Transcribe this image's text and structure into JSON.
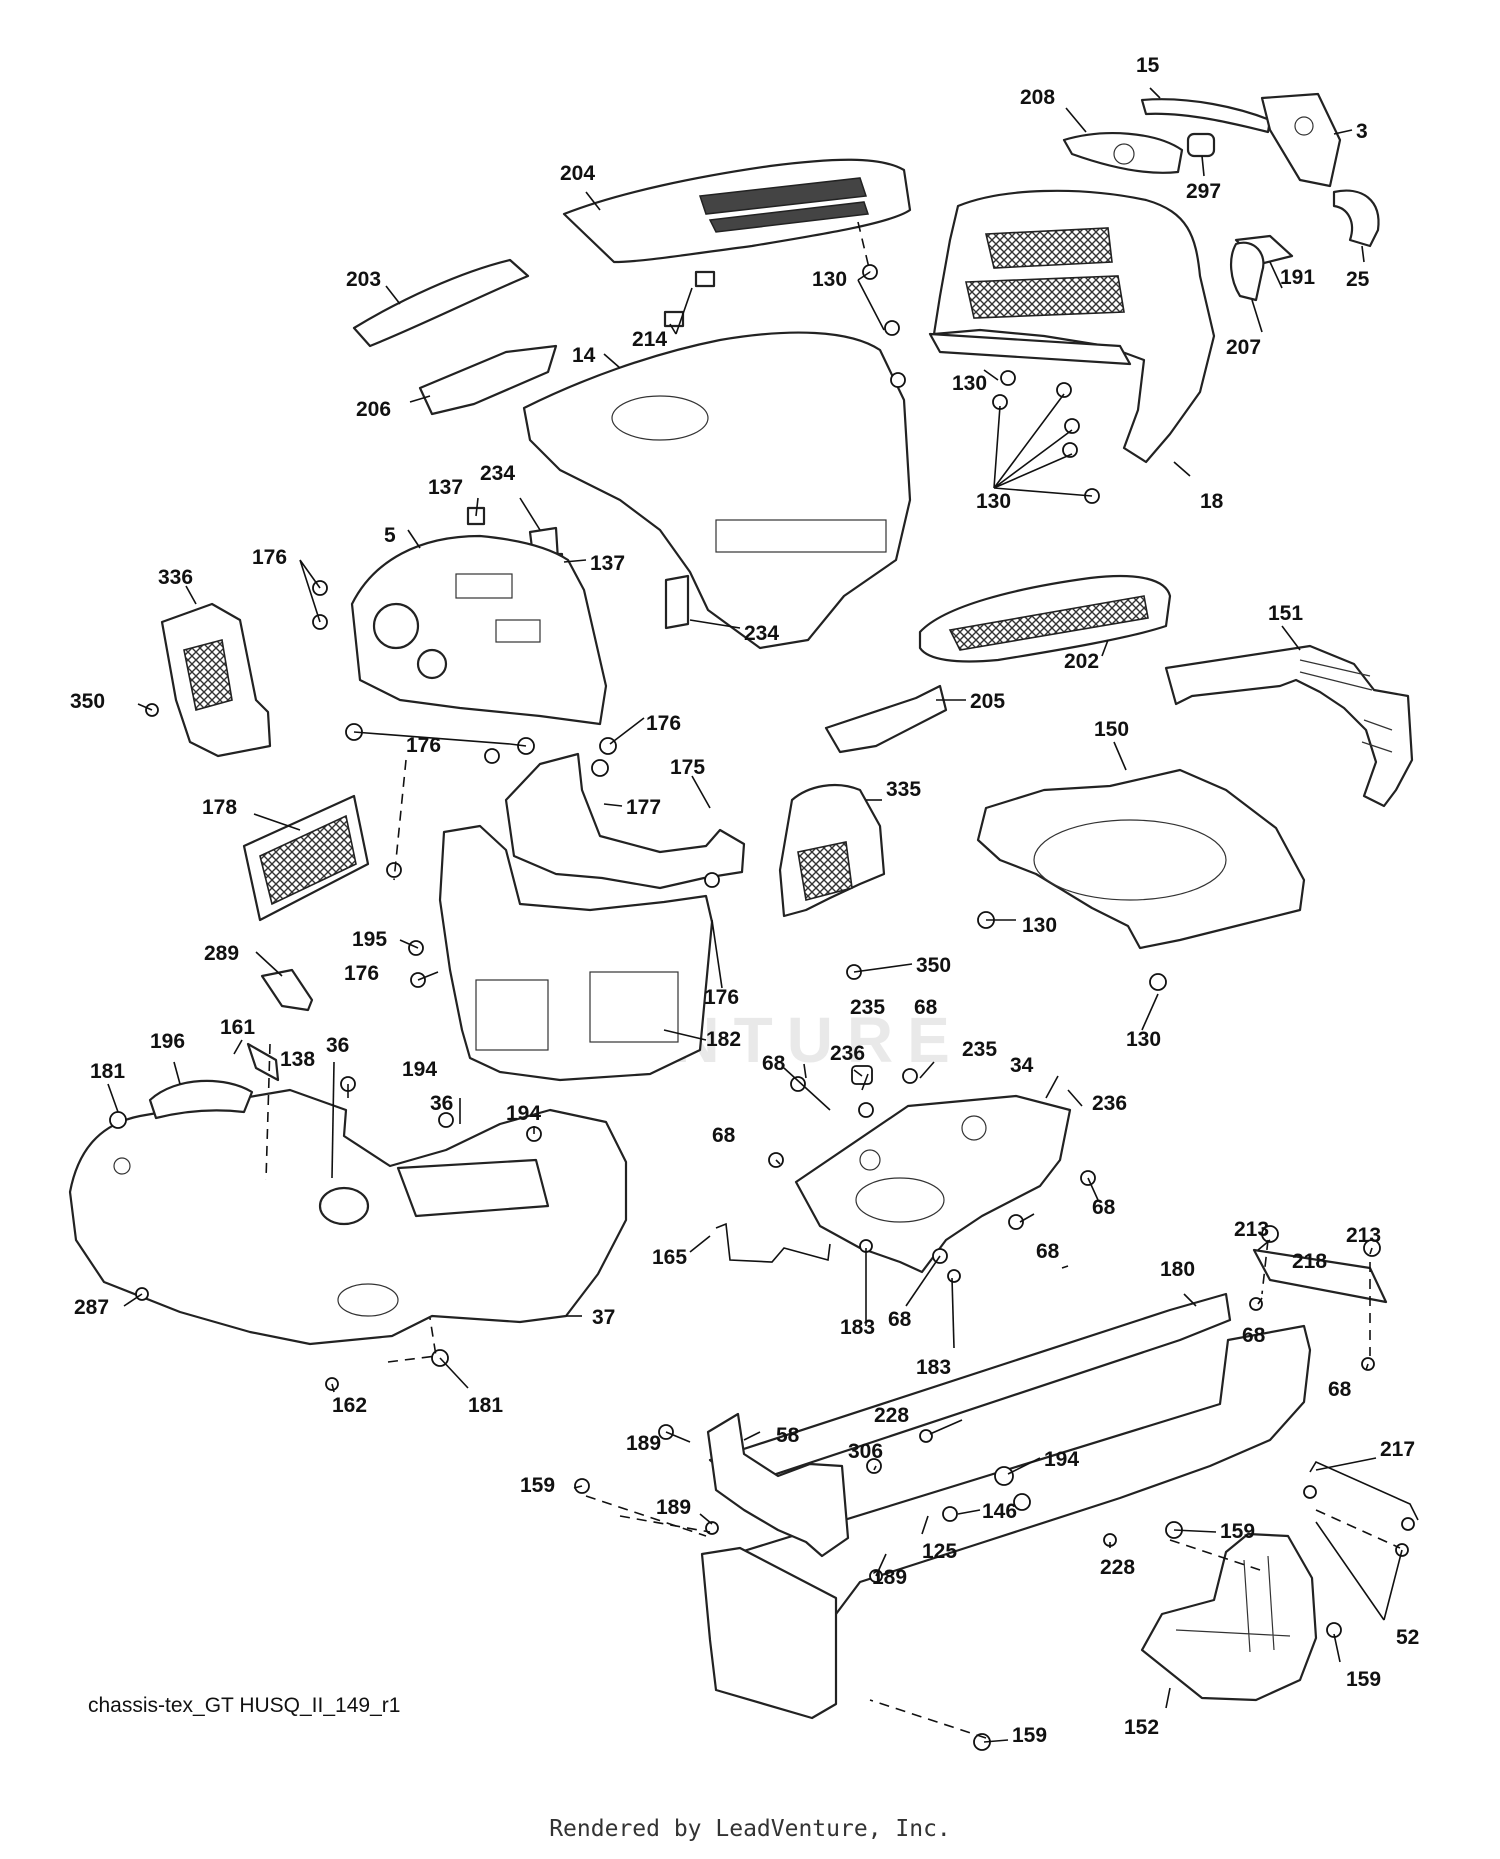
{
  "diagram": {
    "watermark_text": "VENTURE",
    "drawing_id": "chassis-tex_GT HUSQ_II_149_r1",
    "rendered_by": "Rendered by LeadVenture, Inc.",
    "labels": [
      "15",
      "208",
      "3",
      "297",
      "204",
      "25",
      "191",
      "203",
      "207",
      "214",
      "130",
      "14",
      "130",
      "206",
      "130",
      "18",
      "137",
      "234",
      "5",
      "137",
      "336",
      "176",
      "234",
      "202",
      "151",
      "350",
      "176",
      "205",
      "150",
      "176",
      "175",
      "335",
      "178",
      "177",
      "130",
      "195",
      "350",
      "289",
      "176",
      "176",
      "130",
      "182",
      "235",
      "68",
      "196",
      "161",
      "36",
      "236",
      "235",
      "34",
      "181",
      "138",
      "194",
      "36",
      "68",
      "194",
      "236",
      "68",
      "68",
      "213",
      "213",
      "218",
      "165",
      "68",
      "287",
      "37",
      "183",
      "68",
      "180",
      "183",
      "68",
      "68",
      "162",
      "181",
      "228",
      "58",
      "189",
      "306",
      "194",
      "159",
      "146",
      "217",
      "189",
      "125",
      "159",
      "189",
      "228",
      "52",
      "159",
      "152",
      "159"
    ]
  }
}
